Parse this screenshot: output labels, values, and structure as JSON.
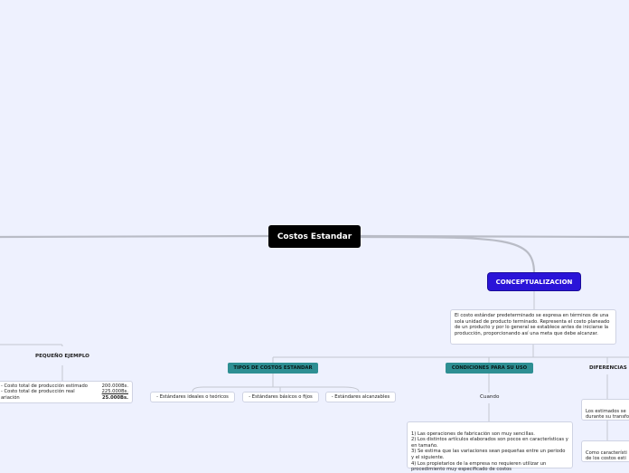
{
  "root": {
    "title": "Costos Estandar"
  },
  "conceptualizacion": {
    "label": "CONCEPTUALIZACION",
    "text": "El costo estándar predeterminado se expresa en términos de una sola unidad de producto terminado. Representa el costo planeado de un producto y por lo general se establece antes de iniciarse la producción, proporcionando así una meta que debe alcanzar."
  },
  "tipos": {
    "label": "TIPOS DE COSTOS ESTANDAR",
    "items": [
      "- Estándares ideales o teóricos",
      "- Estándares básicos o fijos",
      "- Estándares alcanzables"
    ]
  },
  "condiciones": {
    "label": "CONDICIONES PARA SU USO",
    "cuando": "Cuando",
    "text": "1) Las operaciones de fabricación son muy sencillas.\n2) Los distintos artículos elaborados son pocos en características y en tamaño.\n3) Se estima que las variaciones sean pequeñas entre un periodo y el siguiente.\n4) Los propietarios de la empresa no requieren utilizar un procedimiento muy especificado de costos"
  },
  "diferencias": {
    "label": "DIFERENCIAS",
    "text1": "Los estimados se\ndurante su transfo\nproducido el artíc",
    "text2": "Como característi\nde los costos esti\najustar los estima"
  },
  "ejemplo": {
    "label": "PEQUEÑO EJEMPLO",
    "line1_label": "- Costo total de producción estimado",
    "line1_value": "200.000Bs.",
    "line2_label": "- Costo total de producción real",
    "line2_value": "225.000Bs.",
    "line3_label": "ariación",
    "line3_value": "25.000Bs."
  },
  "colors": {
    "background": "#eef1fe",
    "root": "#000000",
    "concept": "#2a14d8",
    "teal": "#2e8f93",
    "connector": "#b9bcc6"
  }
}
